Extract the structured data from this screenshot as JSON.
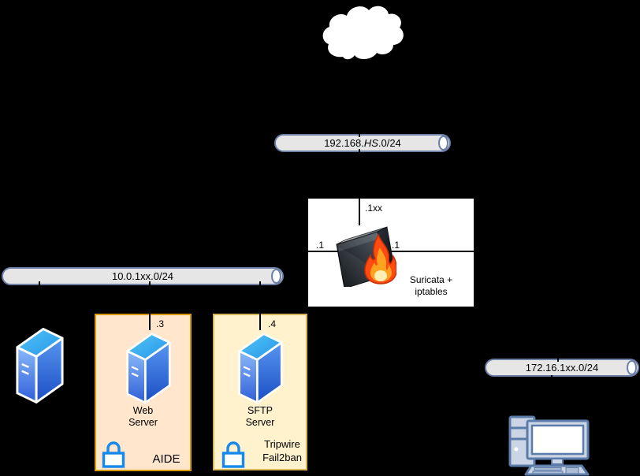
{
  "colors": {
    "background": "#000000",
    "bus_fill": "#E6E6E6",
    "bus_border": "#6E7FA8",
    "web_zone_fill": "#FFE6CC",
    "web_zone_border": "#D79B00",
    "sftp_zone_fill": "#FFF2CC",
    "sftp_zone_border": "#D6B656",
    "lock_blue": "#1589EE",
    "server_blue": "#2F5FD8",
    "workstation_fill": "#CCD5E6",
    "workstation_border": "#5B7CA8",
    "flame_orange": "#FF4A10"
  },
  "icons": {
    "internet": "cloud-icon",
    "firewall": "firewall-flame-box-icon",
    "server": "server-tower-icon",
    "security": "padlock-icon",
    "workstation": "desktop-computer-icon"
  },
  "networks": {
    "wan": {
      "prefix": "192.168.",
      "variable": "HS",
      "suffix": ".0/24"
    },
    "internal": {
      "label": "10.0.1xx.0/24"
    },
    "client_net": {
      "label": "172.16.1xx.0/24"
    }
  },
  "firewall": {
    "wan_interface": ".1xx",
    "internal_interface": ".1",
    "client_interface": ".1",
    "caption_line1": "Suricata +",
    "caption_line2": "iptables"
  },
  "web_server": {
    "host_ip": ".3",
    "name_line1": "Web",
    "name_line2": "Server",
    "security_tool": "AIDE"
  },
  "sftp_server": {
    "host_ip": ".4",
    "name_line1": "SFTP",
    "name_line2": "Server",
    "security_tool_line1": "Tripwire",
    "security_tool_line2": "Fail2ban"
  }
}
